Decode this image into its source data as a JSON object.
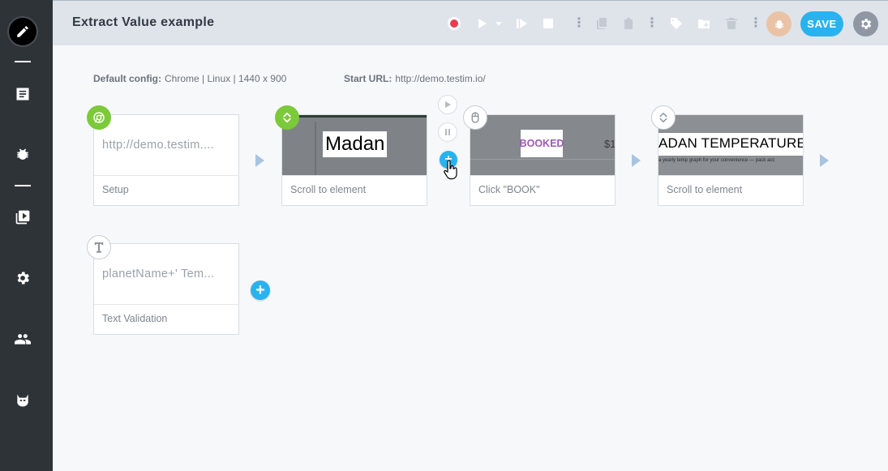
{
  "header": {
    "title": "Extract Value example",
    "save_label": "SAVE"
  },
  "config": {
    "default_config_label": "Default config:",
    "default_config_value": "Chrome | Linux | 1440 x 900",
    "start_url_label": "Start URL:",
    "start_url_value": "http://demo.testim.io/"
  },
  "steps": [
    {
      "thumb_text": "http://demo.testim....",
      "label": "Setup",
      "badge": "chrome-icon"
    },
    {
      "thumb_text": "Madan",
      "label": "Scroll to element",
      "badge": "scroll-icon"
    },
    {
      "thumb_text": "BOOKED",
      "thumb_text_2": "$1",
      "label": "Click \"BOOK\"",
      "badge": "mouse-icon"
    },
    {
      "thumb_text": "ADAN TEMPERATURE",
      "thumb_subtext": "a yearly temp graph for your convenience — pack acc",
      "label": "Scroll to element",
      "badge": "scroll-icon"
    },
    {
      "thumb_text": "planetName+' Tem...",
      "label": "Text Validation",
      "badge": "text-icon"
    }
  ],
  "colors": {
    "accent": "#2ab2ee",
    "sidebar": "#2e3338",
    "header": "#dfe3ea",
    "record": "#ea3b50",
    "green_badge": "#7cc93a",
    "booked": "#9b59b6"
  }
}
